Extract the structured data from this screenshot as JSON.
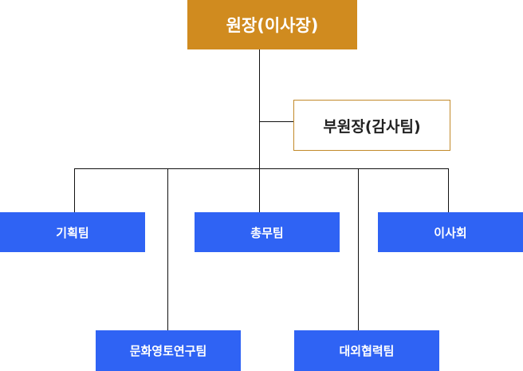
{
  "org_chart": {
    "head": {
      "label": "원장(이사장)"
    },
    "vice": {
      "label": "부원장(감사팀)"
    },
    "teams": [
      {
        "label": "기획팀"
      },
      {
        "label": "총무팀"
      },
      {
        "label": "이사회"
      },
      {
        "label": "문화영토연구팀"
      },
      {
        "label": "대외협력팀"
      }
    ]
  },
  "colors": {
    "head_fill": "#d08b1f",
    "team_fill": "#2f63f4",
    "vice_border": "#c28a2a",
    "connector": "#111111"
  }
}
